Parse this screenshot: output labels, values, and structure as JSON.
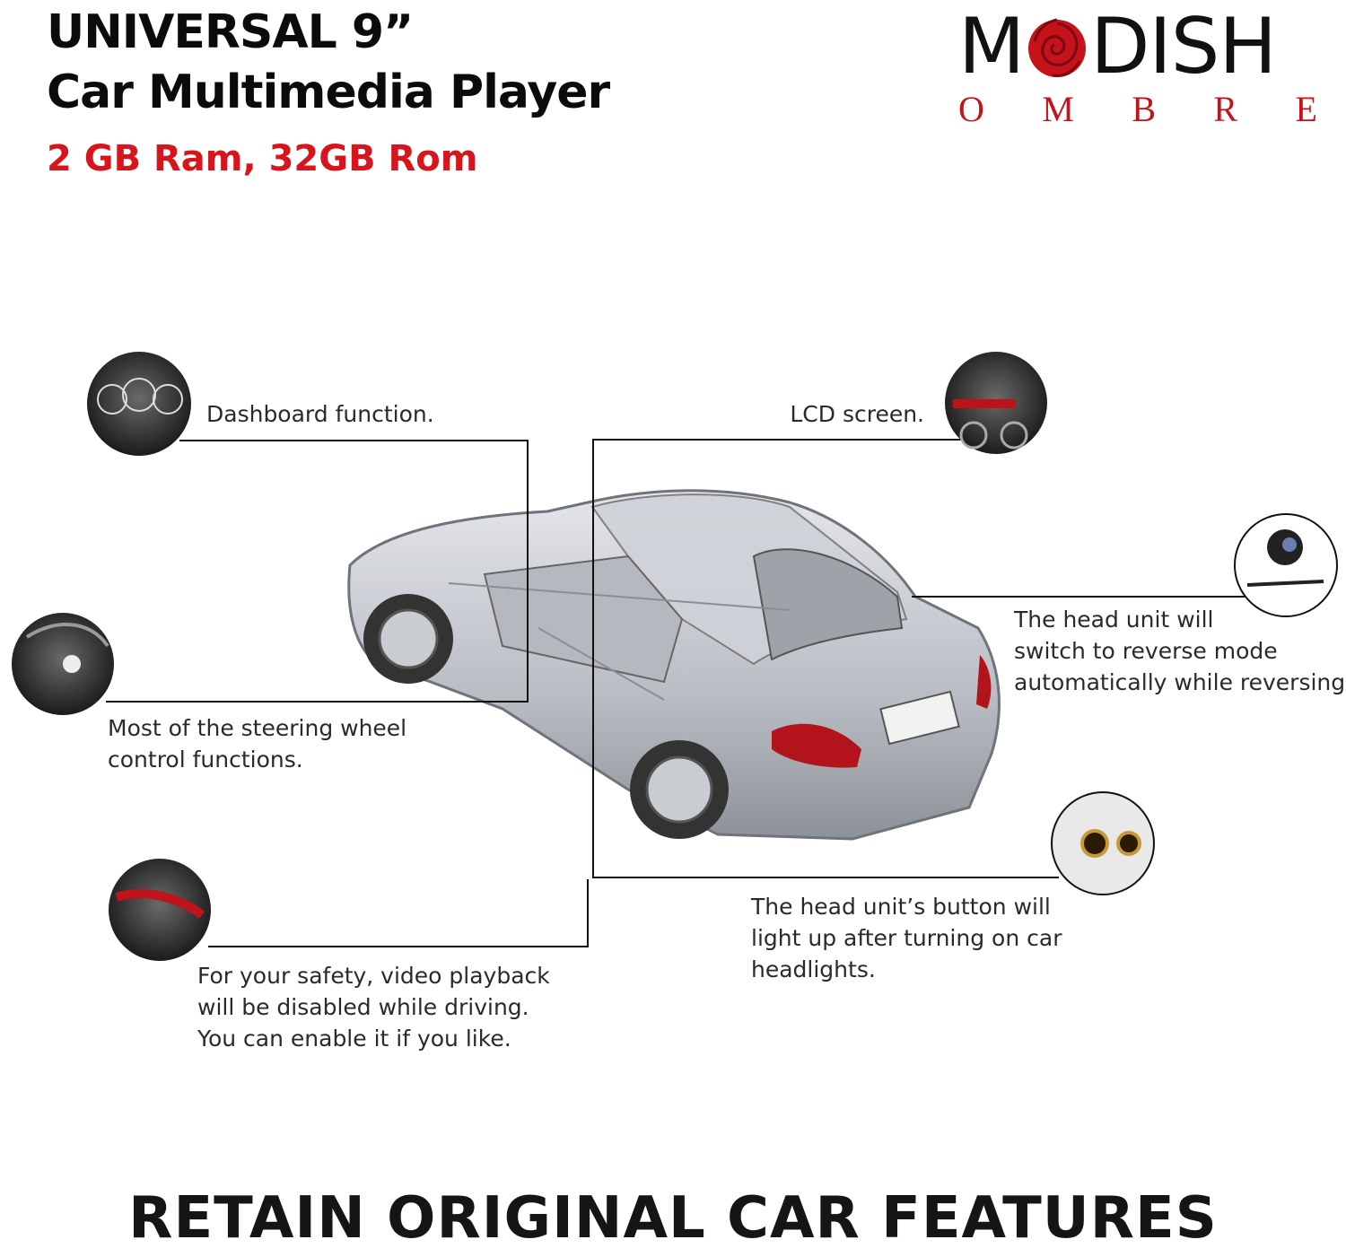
{
  "header": {
    "line1": "UNIVERSAL 9”",
    "line2": "Car Multimedia Player",
    "line3": "2 GB Ram, 32GB Rom"
  },
  "brand": {
    "name_start": "M",
    "name_end": "DISH",
    "tagline": [
      "O",
      "M",
      "B",
      "R",
      "E"
    ],
    "color_main": "#111111",
    "color_accent": "#c5121b"
  },
  "features": {
    "dashboard": "Dashboard function.",
    "lcd": "LCD screen.",
    "reverse": [
      "The head unit will",
      "switch to reverse mode",
      "automatically while reversing."
    ],
    "steering": [
      "Most of the steering wheel",
      "control functions."
    ],
    "lights": [
      "The head unit’s button will",
      "light up after turning on car",
      "headlights."
    ],
    "safety": [
      "For your safety, video playback",
      "will be disabled while driving.",
      "You can enable it if you like."
    ]
  },
  "footer": {
    "text": "RETAIN ORIGINAL CAR FEATURES"
  },
  "colors": {
    "headline": "#0b0b0b",
    "spec_red": "#d8141c",
    "leader_lines": "#111111"
  }
}
